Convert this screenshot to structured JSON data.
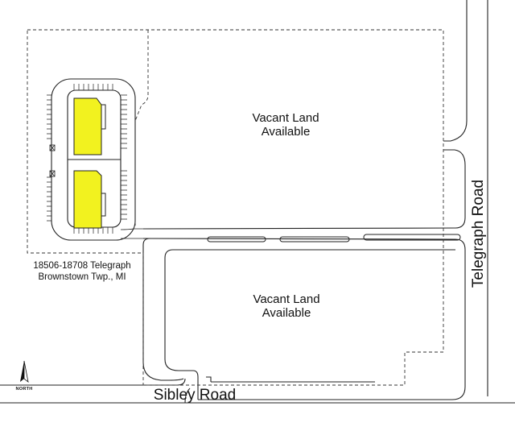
{
  "map": {
    "parcel_1_label_line1": "Vacant Land",
    "parcel_1_label_line2": "Available",
    "parcel_2_label_line1": "Vacant Land",
    "parcel_2_label_line2": "Available",
    "address_line1": "18506-18708 Telegraph",
    "address_line2": "Brownstown Twp., MI",
    "road_east": "Telegraph Road",
    "road_south": "Sibley Road",
    "north_label": "NORTH",
    "highlight_color": "#f2f21f",
    "line_color": "#222222"
  }
}
